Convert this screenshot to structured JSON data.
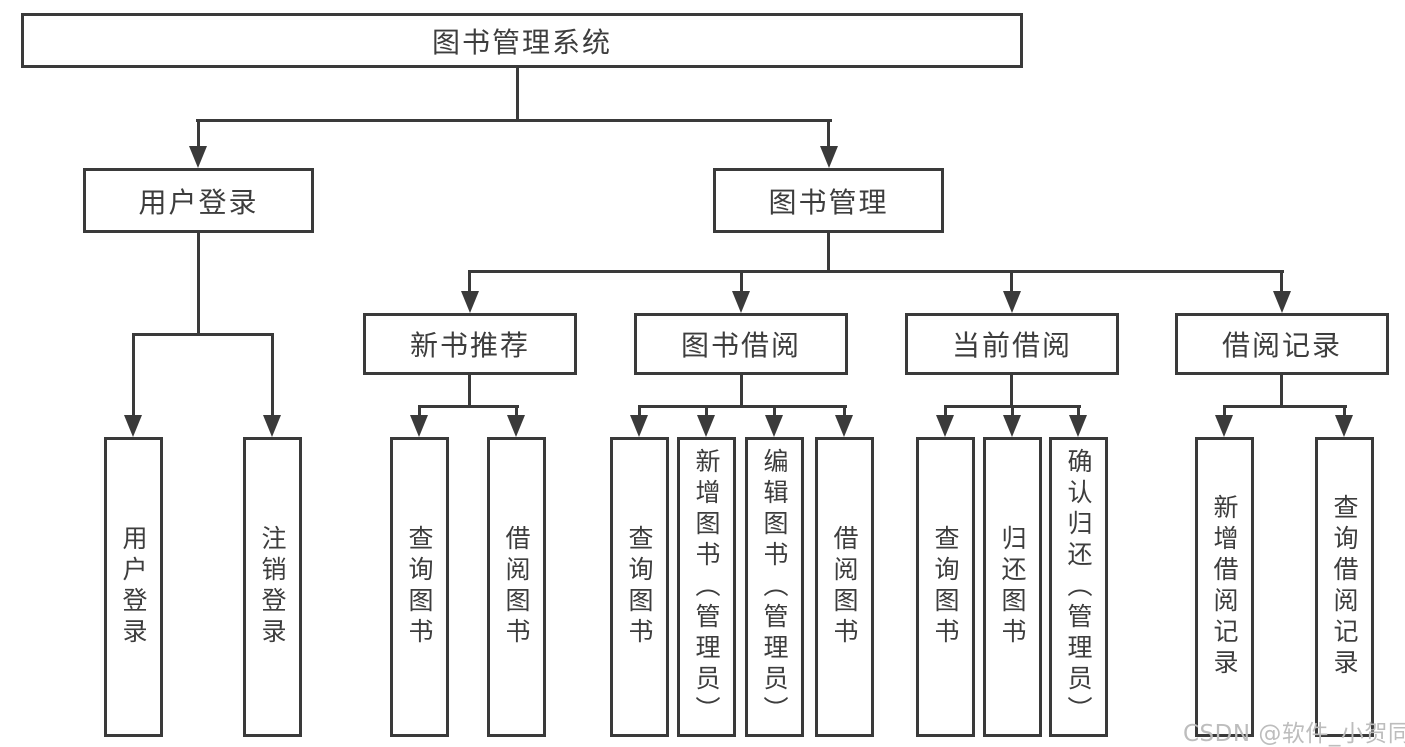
{
  "diagram": {
    "root": {
      "label": "图书管理系统"
    },
    "branches": [
      {
        "label": "用户登录",
        "children": [
          {
            "label": "用户登录"
          },
          {
            "label": "注销登录"
          }
        ]
      },
      {
        "label": "图书管理",
        "children": [
          {
            "label": "新书推荐",
            "children": [
              {
                "label": "查询图书"
              },
              {
                "label": "借阅图书"
              }
            ]
          },
          {
            "label": "图书借阅",
            "children": [
              {
                "label": "查询图书"
              },
              {
                "label": "新增图书（管理员）"
              },
              {
                "label": "编辑图书（管理员）"
              },
              {
                "label": "借阅图书"
              }
            ]
          },
          {
            "label": "当前借阅",
            "children": [
              {
                "label": "查询图书"
              },
              {
                "label": "归还图书"
              },
              {
                "label": "确认归还（管理员）"
              }
            ]
          },
          {
            "label": "借阅记录",
            "children": [
              {
                "label": "新增借阅记录"
              },
              {
                "label": "查询借阅记录"
              }
            ]
          }
        ]
      }
    ]
  },
  "watermark": {
    "text": "CSDN @软件_小贺同学"
  },
  "colors": {
    "line": "#3a3a3a",
    "text": "#3d3d3d",
    "watermark": "#bdbdbd",
    "background": "#ffffff"
  }
}
